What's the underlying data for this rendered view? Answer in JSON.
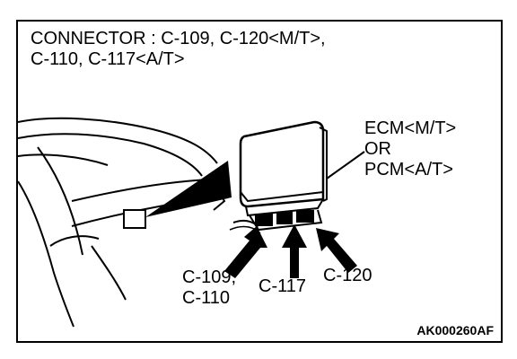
{
  "header": {
    "line1": "CONNECTOR : C-109, C-120<M/T>,",
    "line2": "C-110, C-117<A/T>"
  },
  "ecm_label": {
    "line1": "ECM<M/T>",
    "line2": "OR",
    "line3": "PCM<A/T>"
  },
  "connectors": {
    "c109": "C-109,",
    "c110": "C-110",
    "c117": "C-117",
    "c120": "C-120"
  },
  "figure_code": "AK000260AF"
}
